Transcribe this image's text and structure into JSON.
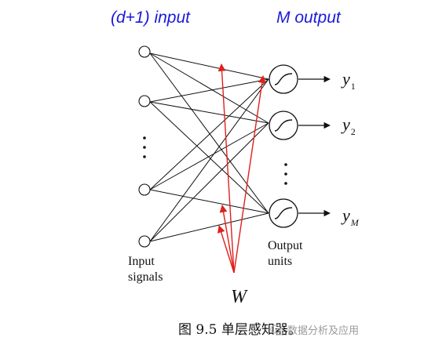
{
  "header": {
    "input_label": "(d+1) input",
    "output_label": "M output"
  },
  "inputs": {
    "label_line1": "Input",
    "label_line2": "signals"
  },
  "outputs": {
    "label_line1": "Output",
    "label_line2": "units",
    "y_symbols": [
      {
        "base": "y",
        "sub": "1"
      },
      {
        "base": "y",
        "sub": "2"
      },
      {
        "base": "y",
        "sub": "M"
      }
    ]
  },
  "weights_label": "W",
  "caption": "图 9.5 单层感知器。",
  "watermark": "数据分析及应用",
  "colors": {
    "header_text": "#1a1ad8",
    "weight_arrows": "#e0201c",
    "lines": "#111111"
  }
}
